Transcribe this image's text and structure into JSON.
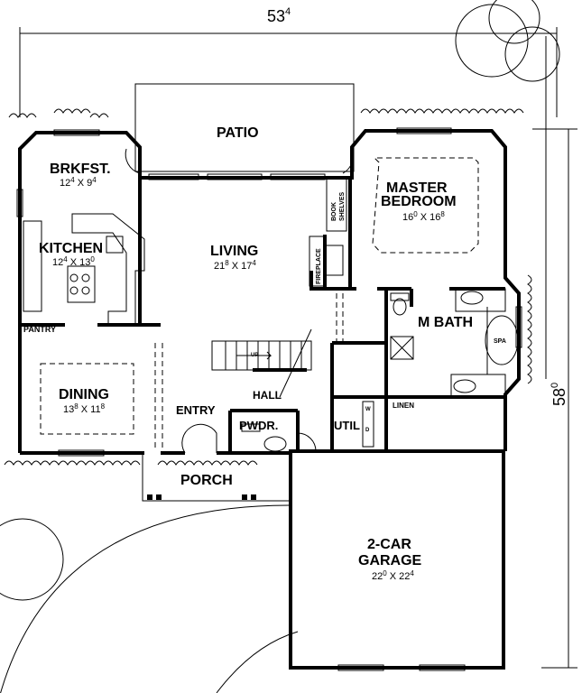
{
  "overall": {
    "width": {
      "main": "53",
      "sup": "4"
    },
    "depth": {
      "main": "58",
      "sup": "0"
    }
  },
  "rooms": {
    "patio": {
      "label": "PATIO"
    },
    "breakfast": {
      "label": "BRKFST.",
      "w": "12",
      "w_sup": "4",
      "d": "9",
      "d_sup": "4"
    },
    "kitchen": {
      "label": "KITCHEN",
      "w": "12",
      "w_sup": "4",
      "d": "13",
      "d_sup": "0"
    },
    "pantry": {
      "label": "PANTRY"
    },
    "living": {
      "label": "LIVING",
      "w": "21",
      "w_sup": "8",
      "d": "17",
      "d_sup": "4"
    },
    "bookshelves": {
      "line1": "BOOK",
      "line2": "SHELVES"
    },
    "fireplace": {
      "label": "FIREPLACE"
    },
    "master_bedroom": {
      "line1": "MASTER",
      "line2": "BEDROOM",
      "w": "16",
      "w_sup": "0",
      "d": "16",
      "d_sup": "8"
    },
    "master_bath": {
      "label": "M BATH"
    },
    "spa": {
      "label": "SPA"
    },
    "dining": {
      "label": "DINING",
      "w": "13",
      "w_sup": "8",
      "d": "11",
      "d_sup": "8"
    },
    "entry": {
      "label": "ENTRY"
    },
    "hall": {
      "label": "HALL"
    },
    "stairs": {
      "label": "UP"
    },
    "powder": {
      "label": "PWDR."
    },
    "utility": {
      "label": "UTIL",
      "washer": "W",
      "dryer": "D"
    },
    "linen": {
      "label": "LINEN"
    },
    "porch": {
      "label": "PORCH"
    },
    "garage": {
      "line1": "2-CAR",
      "line2": "GARAGE",
      "w": "22",
      "w_sup": "0",
      "d": "22",
      "d_sup": "4"
    }
  },
  "dimension_separator": "X"
}
